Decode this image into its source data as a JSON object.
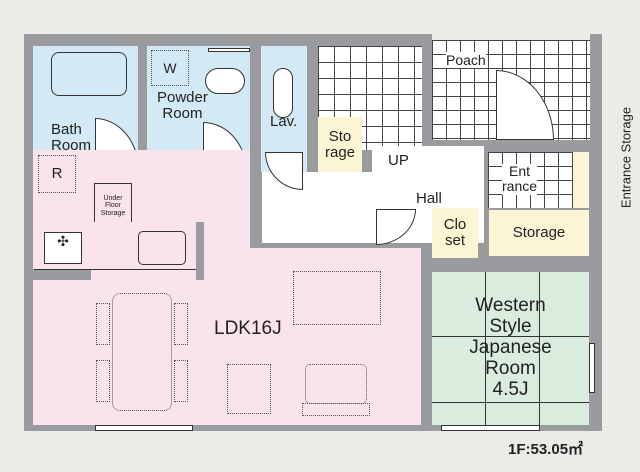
{
  "rooms": {
    "bath": "Bath\nRoom",
    "powder": "Powder\nRoom",
    "powder_w": "W",
    "lav": "Lav.",
    "storage_small": "Sto\nrage",
    "up": "UP",
    "hall": "Hall",
    "poach": "Poach",
    "entrance": "Ent\nrance",
    "entrance_storage": "Entrance Storage",
    "closet": "Clo\nset",
    "storage": "Storage",
    "refrigerator": "R",
    "under_floor": "Under\nFloor\nStorage",
    "ldk": "LDK16J",
    "japanese": "Western\nStyle\nJapanese\nRoom\n4.5J"
  },
  "floor_area": "1F:53.05㎡",
  "colors": {
    "wet": "#d3e9f5",
    "ldk": "#f9e3ec",
    "storage": "#fbf5d6",
    "japanese": "#d9ecdd",
    "wall": "#9a9b9e"
  }
}
